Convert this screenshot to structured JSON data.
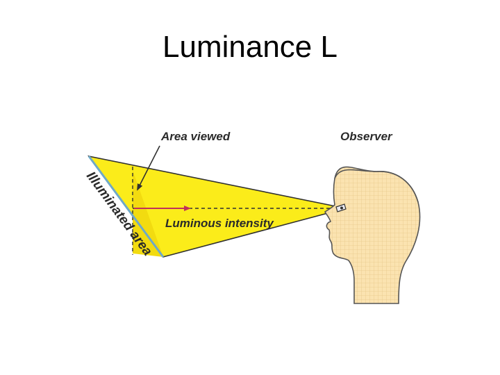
{
  "slide": {
    "title": "Luminance L"
  },
  "diagram": {
    "labels": {
      "area_viewed": "Area viewed",
      "observer": "Observer",
      "luminous_intensity": "Luminous intensity",
      "illuminated_area": "Illuminated area"
    },
    "colors": {
      "cone_fill": "#fbec1a",
      "cone_stroke": "#303030",
      "area_line": "#6fa9c7",
      "arrow": "#c0305a",
      "head_fill": "#fbe3b0",
      "head_stroke": "#555555",
      "head_grid": "#e8c98a"
    }
  }
}
